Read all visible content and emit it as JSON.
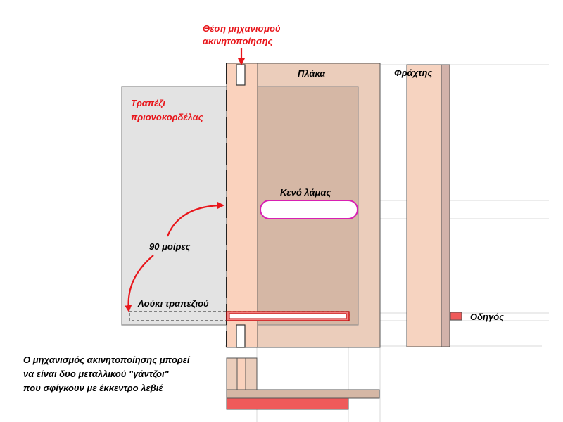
{
  "labels": {
    "lock_position": [
      "Θέση μηχανισμού",
      "ακινητοποίησης"
    ],
    "saw_table": [
      "Τραπέζι",
      "πριονοκορδέλας"
    ],
    "plate": "Πλάκα",
    "fence": "Φράχτης",
    "blade_gap": "Κενό λάμας",
    "ninety_degrees": "90 μοίρες",
    "table_slot": "Λούκι τραπεζιού",
    "guide": "Οδηγός",
    "note": [
      "Ο μηχανισμός ακινητοποίησης μπορεί",
      "να είναι δυο μεταλλικού \"γάντζοι\"",
      "που σφίγκουν με έκκεντρο λεβιέ"
    ]
  },
  "colors": {
    "table_gray": "#e3e3e3",
    "sled_peach": "#fad2bd",
    "plate_tan": "#d5b7a5",
    "plate_light": "#ebcdbb",
    "fence_peach": "#f6d3c0",
    "fence_dark": "#d2b2aa",
    "accent_red": "#e8161b",
    "slot_fill": "#f08080",
    "guide_red": "#ef5a5a",
    "gap_magenta": "#d81fb2"
  }
}
